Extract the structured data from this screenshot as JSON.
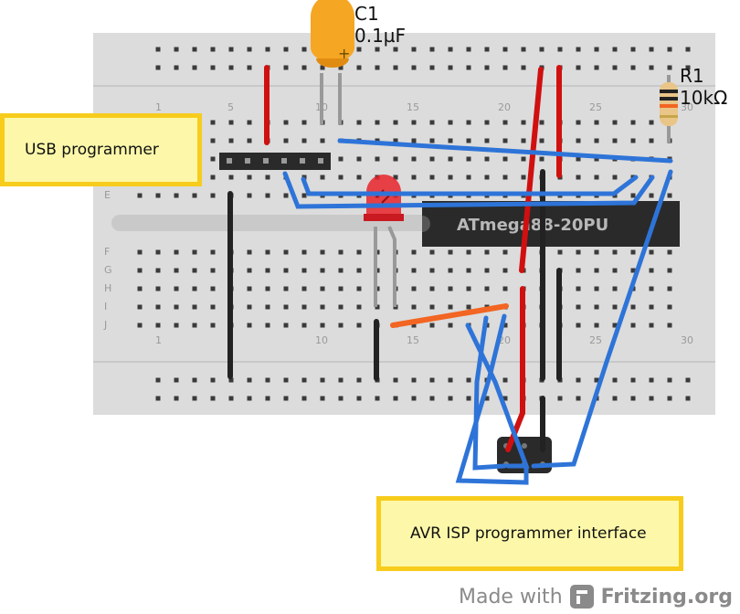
{
  "components": {
    "capacitor": {
      "name": "C1",
      "value": "0.1µF",
      "polarity": "+"
    },
    "resistor": {
      "name": "R1",
      "value": "10kΩ"
    },
    "chip": {
      "label": "ATmega88-20PU"
    }
  },
  "breadboard": {
    "column_labels_top": [
      "1",
      "5",
      "10",
      "15",
      "20",
      "25",
      "30"
    ],
    "column_labels_bottom": [
      "1",
      "10",
      "15",
      "20",
      "25",
      "30"
    ],
    "row_labels": [
      "E",
      "F",
      "G",
      "H",
      "I",
      "J"
    ]
  },
  "notes": {
    "usb": "USB programmer",
    "avr": "AVR ISP programmer interface"
  },
  "footer": {
    "made_with": "Made with",
    "brand": "Fritzing.org"
  },
  "colors": {
    "wire_red": "#d01010",
    "wire_blue": "#2e74d8",
    "wire_black": "#222222",
    "wire_orange": "#f26522",
    "note_fill": "#fdf8a9",
    "note_border": "#f7cc1c",
    "board": "#dcdcdc",
    "led": "#e8232a",
    "capacitor": "#f5a623"
  }
}
